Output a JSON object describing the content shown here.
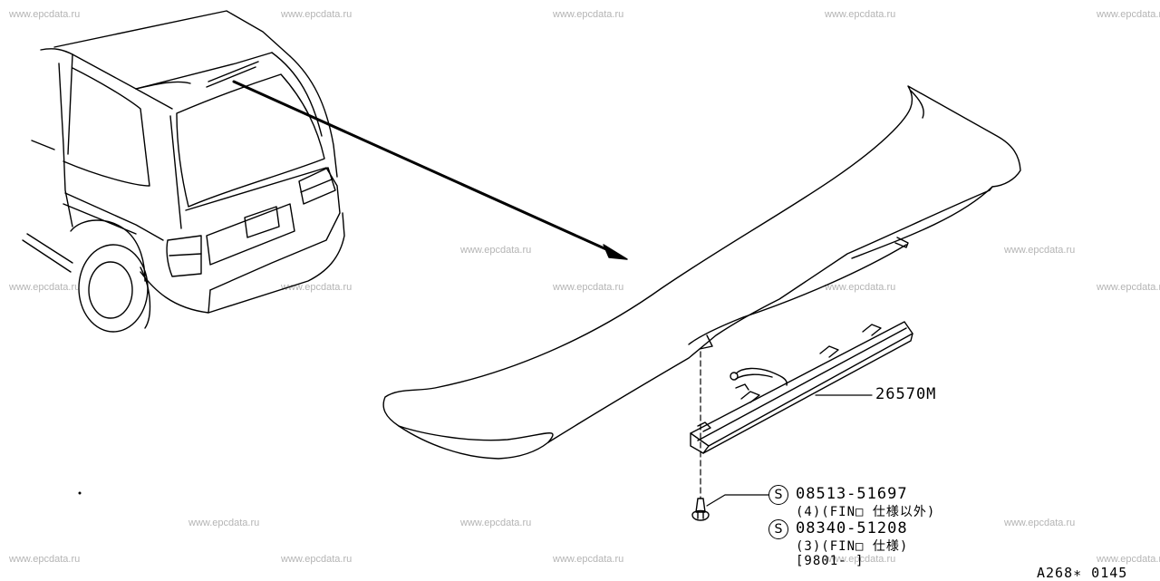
{
  "watermark": "www.epcdata.ru",
  "parts": {
    "light_number": "26570M",
    "screw_1": {
      "symbol": "S",
      "number": "08513-51697",
      "note": "(4)(FIN□ 仕様以外)"
    },
    "screw_2": {
      "symbol": "S",
      "number": "08340-51208",
      "note": "(3)(FIN□ 仕様)",
      "date_range": "[9801-    ]"
    }
  },
  "diagram_code": "A268∗ 0145"
}
